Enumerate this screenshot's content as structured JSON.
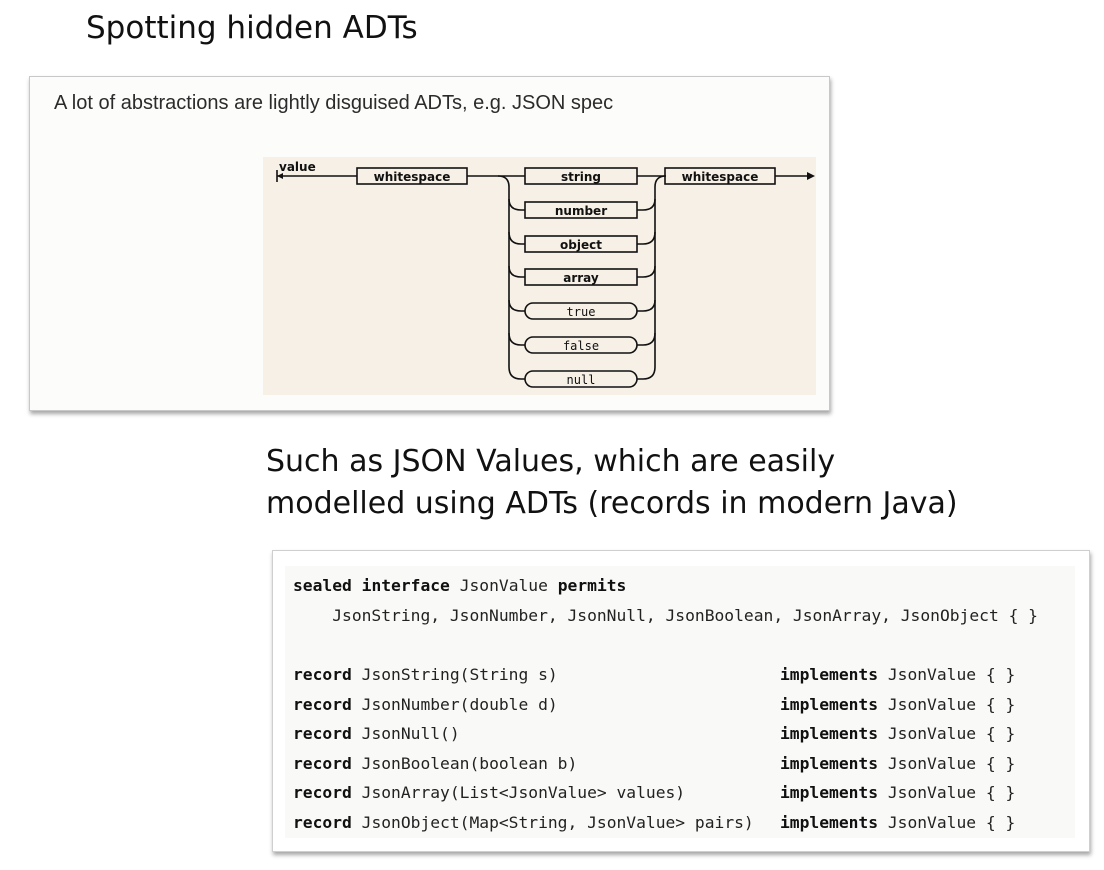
{
  "slide": {
    "title": "Spotting hidden ADTs",
    "subheading_line1": "Such as JSON Values, which are easily",
    "subheading_line2": "modelled using ADTs (records in modern Java)"
  },
  "top_panel": {
    "caption": "A lot of abstractions are lightly disguised ADTs, e.g. JSON spec",
    "diagram": {
      "start_label": "value",
      "left_box": "whitespace",
      "right_box": "whitespace",
      "alternatives": [
        {
          "label": "string",
          "shape": "rect"
        },
        {
          "label": "number",
          "shape": "rect"
        },
        {
          "label": "object",
          "shape": "rect"
        },
        {
          "label": "array",
          "shape": "rect"
        },
        {
          "label": "true",
          "shape": "pill"
        },
        {
          "label": "false",
          "shape": "pill"
        },
        {
          "label": "null",
          "shape": "pill"
        }
      ]
    }
  },
  "code": {
    "sealed_kw": "sealed",
    "interface_kw": "interface",
    "interface_name": "JsonValue",
    "permits_kw": "permits",
    "permits_list": "JsonString, JsonNumber, JsonNull, JsonBoolean, JsonArray, JsonObject { }",
    "records": [
      {
        "keyword": "record",
        "signature": "JsonString(String s)",
        "implements_kw": "implements",
        "implements_rest": "JsonValue { }"
      },
      {
        "keyword": "record",
        "signature": "JsonNumber(double d)",
        "implements_kw": "implements",
        "implements_rest": "JsonValue { }"
      },
      {
        "keyword": "record",
        "signature": "JsonNull()",
        "implements_kw": "implements",
        "implements_rest": "JsonValue { }"
      },
      {
        "keyword": "record",
        "signature": "JsonBoolean(boolean b)",
        "implements_kw": "implements",
        "implements_rest": "JsonValue { }"
      },
      {
        "keyword": "record",
        "signature": "JsonArray(List<JsonValue> values)",
        "implements_kw": "implements",
        "implements_rest": "JsonValue { }"
      },
      {
        "keyword": "record",
        "signature": "JsonObject(Map<String, JsonValue> pairs)",
        "implements_kw": "implements",
        "implements_rest": "JsonValue { }"
      }
    ]
  }
}
